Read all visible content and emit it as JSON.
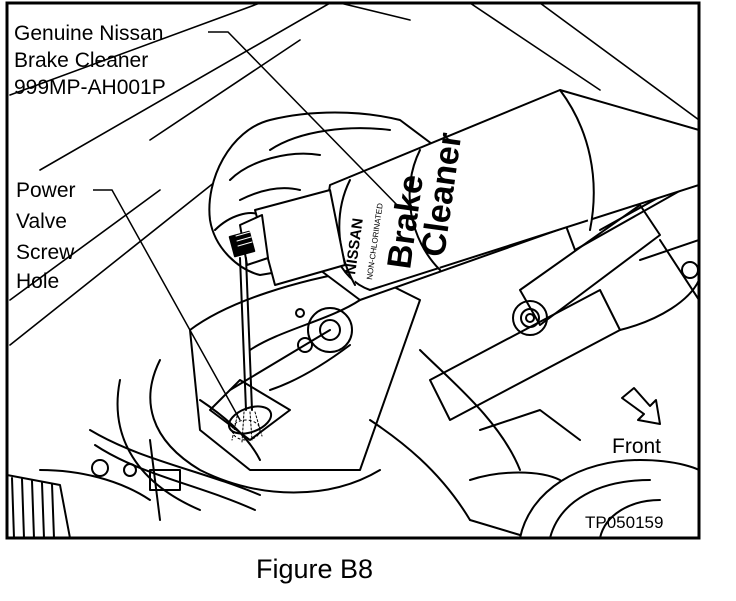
{
  "labels": {
    "cleaner_line1": "Genuine Nissan",
    "cleaner_line2": "Brake Cleaner",
    "cleaner_line3": "999MP-AH001P",
    "power_line1": "Power",
    "power_line2": "Valve",
    "power_line3": "Screw",
    "power_line4": "Hole",
    "front": "Front"
  },
  "can": {
    "brand": "NISSAN",
    "product_line1": "Brake",
    "product_line2": "Cleaner",
    "subtext": "NON-CHLORINATED"
  },
  "figure_code": "TP050159",
  "caption": "Figure B8"
}
